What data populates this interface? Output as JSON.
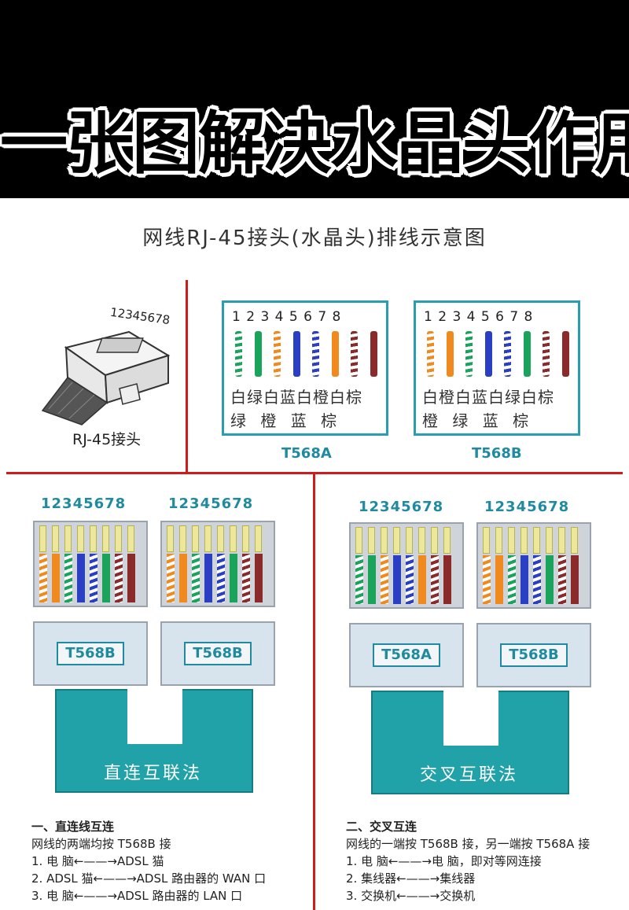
{
  "banner": {
    "title": "一张图解决水晶头作用"
  },
  "subtitle": "网线RJ-45接头(水晶头)排线示意图",
  "plug": {
    "digits": "12345678",
    "label": "RJ-45接头"
  },
  "standards": [
    {
      "name": "T568A",
      "numbers": "1 2 3 4 5 6 7 8",
      "row1": "白绿白蓝白橙白棕",
      "row2": "绿  橙  蓝  棕",
      "colors": [
        "#1aa35a",
        "#1aa35a",
        "#f08a1e",
        "#2a3fc4",
        "#2a3fc4",
        "#f08a1e",
        "#8a2a2a",
        "#8a2a2a"
      ],
      "striped": [
        true,
        false,
        true,
        false,
        true,
        false,
        true,
        false
      ]
    },
    {
      "name": "T568B",
      "numbers": "1 2 3 4 5 6 7 8",
      "row1": "白橙白蓝白绿白棕",
      "row2": "橙  绿  蓝  棕",
      "colors": [
        "#f08a1e",
        "#f08a1e",
        "#1aa35a",
        "#2a3fc4",
        "#2a3fc4",
        "#1aa35a",
        "#8a2a2a",
        "#8a2a2a"
      ],
      "striped": [
        true,
        false,
        true,
        false,
        true,
        false,
        true,
        false
      ]
    }
  ],
  "connectors": {
    "numbers": "12345678",
    "left_pair": {
      "tags": [
        "T568B",
        "T568B"
      ],
      "cable_label": "直连互联法"
    },
    "right_pair": {
      "tags": [
        "T568A",
        "T568B"
      ],
      "cable_label": "交叉互联法"
    }
  },
  "notes": {
    "left": {
      "heading": "一、直连线互连",
      "desc": "网线的两端均按 T568B 接",
      "items": [
        "1.  电    脑←——→ADSL 猫",
        "2.  ADSL 猫←——→ADSL 路由器的 WAN 口",
        "3.  电    脑←——→ADSL 路由器的 LAN 口"
      ]
    },
    "right": {
      "heading": "二、交叉互连",
      "desc": "网线的一端按 T568B 接，另一端按 T568A 接",
      "items": [
        "1.  电    脑←——→电    脑，即对等网连接",
        "2.  集线器←——→集线器",
        "3.  交换机←——→交换机"
      ]
    }
  }
}
